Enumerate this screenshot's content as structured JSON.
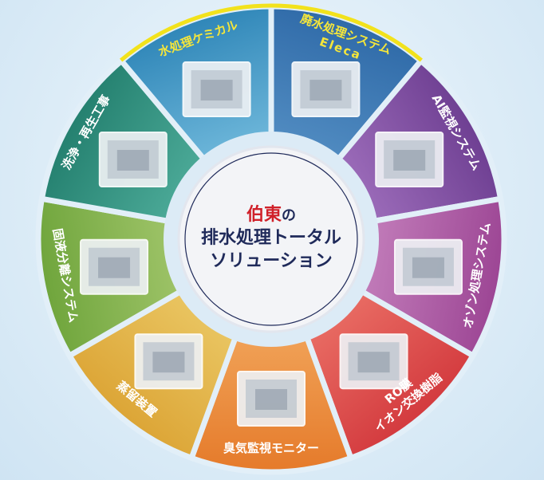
{
  "center": {
    "brand": "伯東",
    "particle": "の",
    "line2": "排水処理トータル",
    "line3": "ソリューション",
    "brand_color": "#d0212a",
    "text_color": "#1f2a5a"
  },
  "highlight_color": "#f2e21c",
  "segments": [
    {
      "lines": [
        "廃水処理システム",
        "Eleca"
      ],
      "color": "#2f6aa8",
      "color2": "#4f8ac0",
      "text_color": "#f5e63a",
      "image": "wastewater-treatment-unit"
    },
    {
      "lines": [
        "AI監視システム"
      ],
      "color": "#6e3f92",
      "color2": "#9a6ab8",
      "text_color": "#ffffff",
      "image": "ai-monitoring-cabinet"
    },
    {
      "lines": [
        "オゾン処理システム"
      ],
      "color": "#9c4594",
      "color2": "#c07ab8",
      "text_color": "#ffffff",
      "image": "ozone-treatment-equipment"
    },
    {
      "lines": [
        "RO膜",
        "イオン交換樹脂"
      ],
      "color": "#d33a3e",
      "color2": "#e86a62",
      "text_color": "#ffffff",
      "image": "ro-membrane-cartridges"
    },
    {
      "lines": [
        "臭気監視モニター"
      ],
      "color": "#e57a2a",
      "color2": "#f0a055",
      "text_color": "#ffffff",
      "image": "odor-monitor-devices"
    },
    {
      "lines": [
        "蒸留装置"
      ],
      "color": "#dca536",
      "color2": "#e9c460",
      "text_color": "#ffffff",
      "image": "distillation-unit"
    },
    {
      "lines": [
        "固液分離システム"
      ],
      "color": "#6fa53c",
      "color2": "#9cc266",
      "text_color": "#ffffff",
      "image": "solid-liquid-separation"
    },
    {
      "lines": [
        "洗浄・再生工事"
      ],
      "color": "#24806f",
      "color2": "#4aa896",
      "text_color": "#ffffff",
      "image": "pipe-cleaning-pig"
    },
    {
      "lines": [
        "水処理ケミカル"
      ],
      "color": "#2f86b8",
      "color2": "#6ab4d8",
      "text_color": "#f5e63a",
      "image": "chemical-containers"
    }
  ]
}
